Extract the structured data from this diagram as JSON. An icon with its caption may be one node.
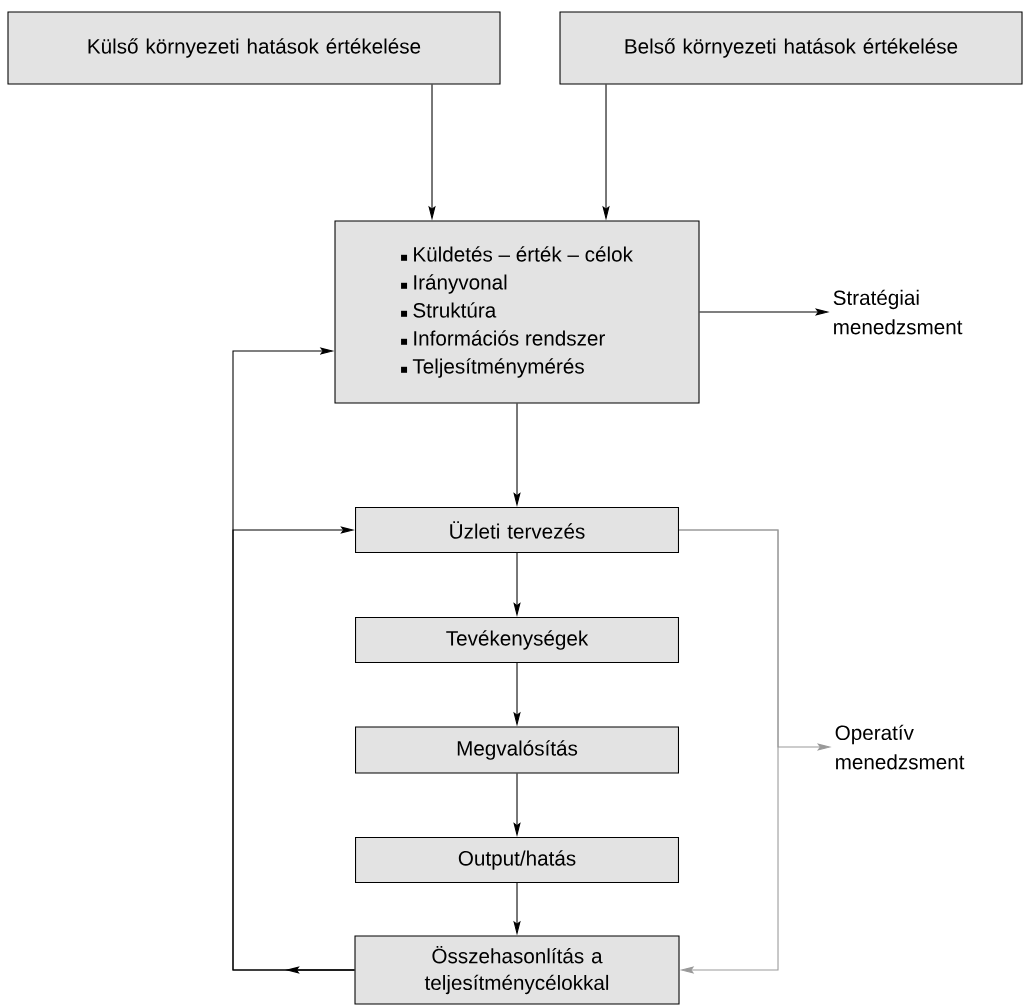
{
  "diagram": {
    "nodes": [
      {
        "text": [
          "Külső környezeti hatások értékelése"
        ]
      },
      {
        "text": [
          "Belső környezeti hatások értékelése"
        ]
      },
      {
        "text": [
          "Küldetés – érték – célok",
          "Irányvonal",
          "Struktúra",
          "Információs rendszer",
          "Teljesítménymérés"
        ]
      },
      {
        "text": [
          "Stratégiai menedzsment"
        ]
      },
      {
        "text": [
          "Üzleti tervezés"
        ]
      },
      {
        "text": [
          "Tevékenységek"
        ]
      },
      {
        "text": [
          "Megvalósítás"
        ]
      },
      {
        "text": [
          "Output/hatás"
        ]
      },
      {
        "text": [
          "Összehasonlítás a teljesítménycélokkal"
        ]
      },
      {
        "text": [
          "Operatív menedzsment"
        ]
      }
    ],
    "edges": [
      {
        "from": 0,
        "to": 2,
        "arrow": "to"
      },
      {
        "from": 1,
        "to": 2,
        "arrow": "to"
      },
      {
        "from": 2,
        "to": 3,
        "arrow": "to"
      },
      {
        "from": 2,
        "to": 4,
        "arrow": "to"
      },
      {
        "from": 4,
        "to": 5,
        "arrow": "to"
      },
      {
        "from": 5,
        "to": 6,
        "arrow": "to"
      },
      {
        "from": 6,
        "to": 7,
        "arrow": "to"
      },
      {
        "from": 7,
        "to": 8,
        "arrow": "to"
      },
      {
        "from": 8,
        "to": 2,
        "arrow": "to"
      },
      {
        "from": 8,
        "to": 4,
        "arrow": "to"
      },
      {
        "from": 4,
        "to": 8,
        "arrow": "to",
        "color": "#999999"
      },
      {
        "from": 4,
        "to": 9,
        "arrow": "to",
        "color": "#999999"
      }
    ]
  }
}
